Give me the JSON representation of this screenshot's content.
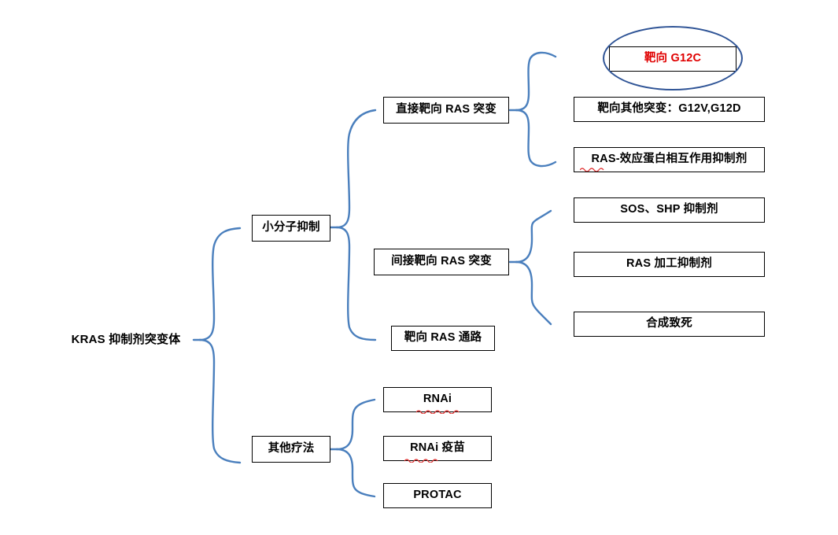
{
  "diagram": {
    "title": "KRAS 抑制剂突变体",
    "accent_color": "#4a7fbd",
    "highlight_color": "#e00000",
    "ellipse_color": "#2f5496",
    "box_border_color": "#000000",
    "background": "#ffffff",
    "spellcheck_underline_color": "#e03030"
  },
  "nodes": {
    "root": {
      "label": "KRAS 抑制剂突变体"
    },
    "level1": [
      {
        "id": "small-molecule",
        "label": "小分子抑制"
      },
      {
        "id": "other-therapies",
        "label": "其他疗法"
      }
    ],
    "level2": [
      {
        "id": "direct-ras",
        "label": "直接靶向 RAS 突变"
      },
      {
        "id": "indirect-ras",
        "label": "间接靶向 RAS 突变"
      },
      {
        "id": "ras-pathway",
        "label": "靶向 RAS 通路"
      },
      {
        "id": "rnai",
        "label": "RNAi",
        "spellcheck": true
      },
      {
        "id": "rnai-vaccine",
        "label": "RNAi 疫苗",
        "spellcheck": true
      },
      {
        "id": "protac",
        "label": "PROTAC",
        "spellcheck": false
      }
    ],
    "level3": [
      {
        "id": "target-g12c",
        "label": "靶向 G12C",
        "highlighted": true,
        "circled": true
      },
      {
        "id": "target-other-mutations",
        "label": "靶向其他突变：G12V,G12D",
        "highlighted": false,
        "circled": false
      },
      {
        "id": "ras-effector-inhibitor",
        "label": "RAS-效应蛋白相互作用抑制剂",
        "highlighted": false,
        "circled": false,
        "spellcheck": true
      },
      {
        "id": "sos-shp-inhibitor",
        "label": "SOS、SHP 抑制剂",
        "highlighted": false,
        "circled": false
      },
      {
        "id": "ras-processing-inhibitor",
        "label": "RAS 加工抑制剂",
        "highlighted": false,
        "circled": false
      },
      {
        "id": "synthetic-lethality",
        "label": "合成致死",
        "highlighted": false,
        "circled": false
      }
    ]
  }
}
